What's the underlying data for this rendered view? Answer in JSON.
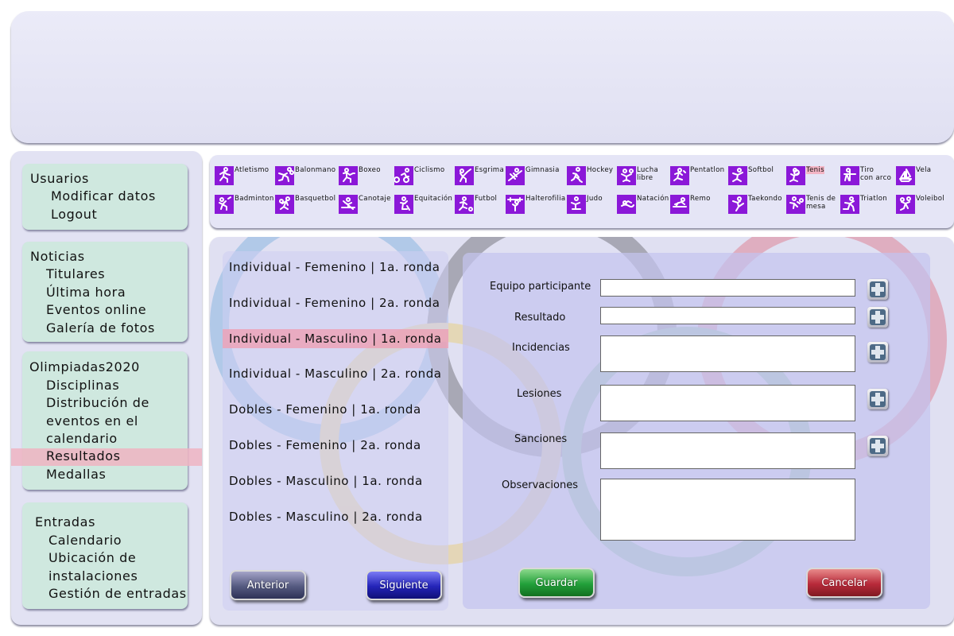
{
  "user_menu": {
    "title": "Usuarios",
    "items": [
      "Modificar datos",
      "Logout"
    ]
  },
  "news_menu": {
    "title": "Noticias",
    "items": [
      "Titulares",
      "Última hora",
      "Eventos online",
      "Galería de fotos"
    ]
  },
  "olympics_menu": {
    "title": "Olimpiadas2020",
    "items": [
      "Disciplinas",
      "Distribución de eventos en el calendario",
      "Resultados",
      "Medallas"
    ],
    "selected": "Resultados"
  },
  "tickets_menu": {
    "title": "Entradas",
    "items": [
      "Calendario",
      "Ubicación de instalaciones",
      "Gestión de entradas"
    ]
  },
  "sports": [
    {
      "label": "Atletismo",
      "icon": "athletics-icon"
    },
    {
      "label": "Balonmano",
      "icon": "handball-icon"
    },
    {
      "label": "Boxeo",
      "icon": "boxing-icon"
    },
    {
      "label": "Ciclismo",
      "icon": "cycling-icon"
    },
    {
      "label": "Esgrima",
      "icon": "fencing-icon"
    },
    {
      "label": "Gimnasia",
      "icon": "gymnastics-icon"
    },
    {
      "label": "Hockey",
      "icon": "hockey-icon"
    },
    {
      "label": "Lucha libre",
      "icon": "wrestling-icon"
    },
    {
      "label": "Pentatlon",
      "icon": "pentathlon-icon"
    },
    {
      "label": "Softbol",
      "icon": "softball-icon"
    },
    {
      "label": "Tenis",
      "icon": "tennis-icon"
    },
    {
      "label": "Tiro con arco",
      "icon": "archery-icon"
    },
    {
      "label": "Vela",
      "icon": "sailing-icon"
    },
    {
      "label": "Badminton",
      "icon": "badminton-icon"
    },
    {
      "label": "Basquetbol",
      "icon": "basketball-icon"
    },
    {
      "label": "Canotaje",
      "icon": "canoeing-icon"
    },
    {
      "label": "Equitación",
      "icon": "equestrian-icon"
    },
    {
      "label": "Futbol",
      "icon": "football-icon"
    },
    {
      "label": "Halterofilia",
      "icon": "weightlifting-icon"
    },
    {
      "label": "Judo",
      "icon": "judo-icon"
    },
    {
      "label": "Natación",
      "icon": "swimming-icon"
    },
    {
      "label": "Remo",
      "icon": "rowing-icon"
    },
    {
      "label": "Taekondo",
      "icon": "taekwondo-icon"
    },
    {
      "label": "Tenis de mesa",
      "icon": "table-tennis-icon"
    },
    {
      "label": "Triatlon",
      "icon": "triathlon-icon"
    },
    {
      "label": "Voleibol",
      "icon": "volleyball-icon"
    }
  ],
  "selected_sport": "Tenis",
  "sport_icon_color": "#8b18d8",
  "rounds": [
    "Individual - Femenino | 1a. ronda",
    "Individual - Femenino | 2a. ronda",
    "Individual - Masculino | 1a. ronda",
    "Individual - Masculino | 2a. ronda",
    "Dobles - Femenino | 1a. ronda",
    "Dobles - Femenino | 2a. ronda",
    "Dobles - Masculino | 1a. ronda",
    "Dobles - Masculino | 2a. ronda"
  ],
  "selected_round": "Individual - Masculino | 1a. ronda",
  "form": {
    "equipo_label": "Equipo participante",
    "resultado_label": "Resultado",
    "incidencias_label": "Incidencias",
    "lesiones_label": "Lesiones",
    "sanciones_label": "Sanciones",
    "observaciones_label": "Observaciones",
    "equipo_value": "",
    "resultado_value": "",
    "incidencias_value": "",
    "lesiones_value": "",
    "sanciones_value": "",
    "observaciones_value": ""
  },
  "buttons": {
    "previous": "Anterior",
    "next": "Siguiente",
    "save": "Guardar",
    "cancel": "Cancelar"
  },
  "colors": {
    "menu_box": "#cfe8df",
    "highlight": "#eeb4c2",
    "olympic_rings": [
      "#3a8fd0",
      "#1c1c1c",
      "#e03040",
      "#f0c020",
      "#20a040"
    ]
  }
}
